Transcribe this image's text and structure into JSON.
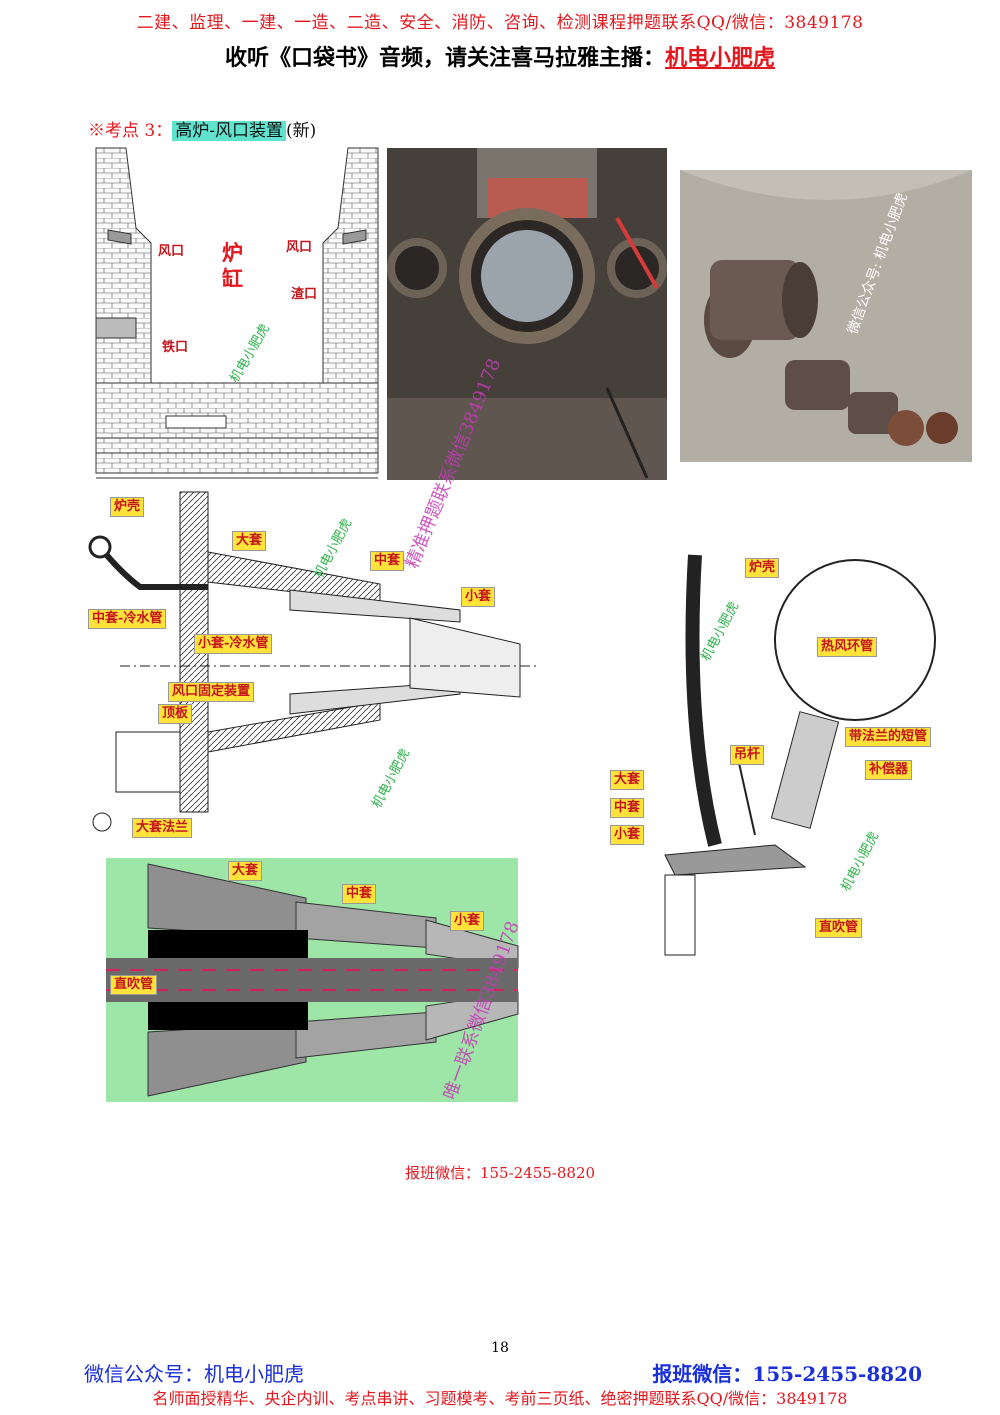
{
  "header": {
    "line1": "二建、监理、一建、一造、二造、安全、消防、咨询、检测课程押题联系QQ/微信：3849178",
    "line2_prefix": "收听《口袋书》音频，请关注喜马拉雅主播：",
    "line2_highlight": "机电小肥虎"
  },
  "section": {
    "prefix": "※考点 3：",
    "title": "高炉-风口装置",
    "suffix": "(新)"
  },
  "fig1": {
    "labels": {
      "fengkou_left": "风口",
      "fengkou_right": "风口",
      "lugang": "炉缸",
      "zhakou": "渣口",
      "tiekou": "铁口"
    },
    "watermark": "机电小肥虎"
  },
  "fig3": {
    "watermark": "微信公众号: 机电小肥虎"
  },
  "fig4": {
    "labels": {
      "luke": "炉壳",
      "datao": "大套",
      "zhongtao": "中套",
      "xiaotao": "小套",
      "zhongtao_pipe": "中套-冷水管",
      "xiaotao_pipe": "小套-冷水管",
      "fixing": "风口固定装置",
      "dingban": "顶板",
      "datao_flange": "大套法兰"
    },
    "watermark1": "机电小肥虎",
    "watermark2": "机电小肥虎",
    "watermark_center": "精准押题联系微信3849178"
  },
  "fig5": {
    "labels": {
      "luke": "炉壳",
      "hot_ring": "热风环管",
      "flange_pipe": "带法兰的短管",
      "compensator": "补偿器",
      "diaogan": "吊杆",
      "datao": "大套",
      "zhongtao": "中套",
      "xiaotao": "小套",
      "zhichuiguan": "直吹管"
    },
    "watermark1": "机电小肥虎",
    "watermark2": "机电小肥虎"
  },
  "fig6": {
    "labels": {
      "datao": "大套",
      "zhongtao": "中套",
      "xiaotao": "小套",
      "zhichuiguan": "直吹管"
    },
    "watermark": "唯一联系微信3849178"
  },
  "bottom_note": "报班微信：155-2455-8820",
  "page_number": "18",
  "footer": {
    "left": "微信公众号：机电小肥虎",
    "right": "报班微信：155-2455-8820",
    "line2": "名师面授精华、央企内训、考点串讲、习题模考、考前三页纸、绝密押题联系QQ/微信：3849178"
  },
  "colors": {
    "header_red": "#e3181e",
    "footer_blue": "#1a2fd8",
    "label_yellow": "#ffe33a",
    "highlight_cyan": "#5fe3cf",
    "diagram_bg_green": "#9ee6a8"
  }
}
